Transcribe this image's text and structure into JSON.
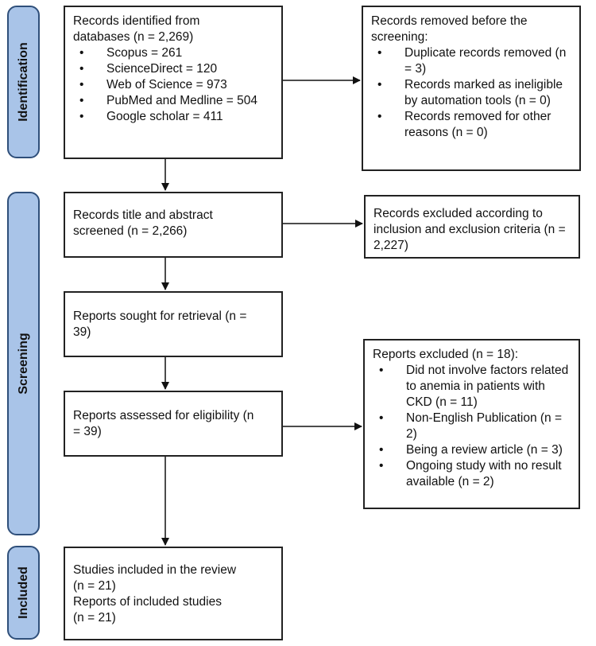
{
  "phases": {
    "identification": "Identification",
    "screening": "Screening",
    "included": "Included"
  },
  "identified": {
    "title": "Records identified from databases (n = 2,269)",
    "items": [
      "Scopus = 261",
      "ScienceDirect = 120",
      "Web of Science = 973",
      "PubMed and Medline = 504",
      "Google scholar = 411"
    ]
  },
  "removed": {
    "title": "Records removed before the screening:",
    "items": [
      "Duplicate records removed (n = 3)",
      "Records marked as ineligible by automation tools (n = 0)",
      "Records removed for other reasons (n = 0)"
    ]
  },
  "screened": {
    "text": "Records title and abstract screened (n = 2,266)"
  },
  "excluded_criteria": {
    "text": "Records excluded according to inclusion and exclusion criteria (n = 2,227)"
  },
  "sought": {
    "text": "Reports sought for retrieval (n = 39)"
  },
  "assessed": {
    "text": "Reports assessed for eligibility (n = 39)"
  },
  "reports_excluded": {
    "title": "Reports excluded (n = 18):",
    "items": [
      "Did not involve factors related to anemia in patients with CKD (n = 11)",
      "Non-English Publication (n = 2)",
      "Being a review article (n = 3)",
      "Ongoing study with no result available (n = 2)"
    ]
  },
  "included": {
    "line1": "Studies included in the review",
    "line2": "(n = 21)",
    "line3": "Reports of included studies",
    "line4": "(n = 21)"
  }
}
